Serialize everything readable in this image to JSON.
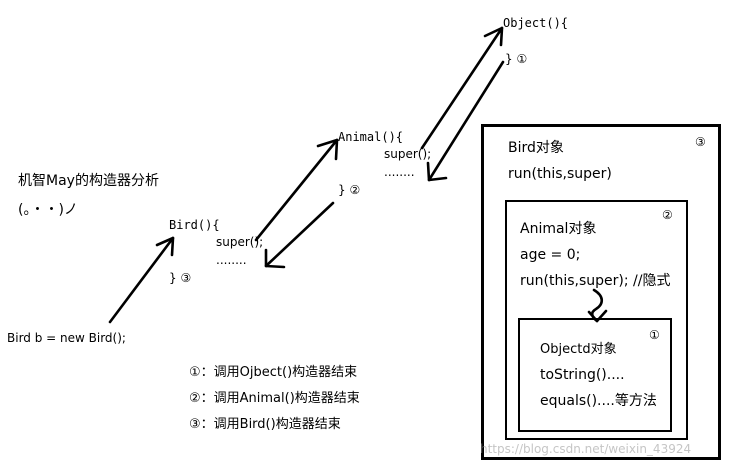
{
  "title": "机智May的构造器分析",
  "emoticon": "(。・・)ノ",
  "top_mark": "ˆ",
  "call_chain": {
    "bird_new": "Bird b = new Bird();",
    "bird_ctor": "Bird(){",
    "bird_super": "super();",
    "bird_dots": "........",
    "bird_close": "} ③",
    "animal_ctor": "Animal(){",
    "animal_super": "super();",
    "animal_dots": "........",
    "animal_close": "} ②",
    "object_ctor": "Object(){",
    "object_close": "}  ①"
  },
  "legend": [
    "①：调用Ojbect()构造器结束",
    "②：调用Animal()构造器结束",
    "③：调用Bird()构造器结束"
  ],
  "objects": {
    "bird": {
      "title": "Bird对象",
      "line1": "run(this,super)",
      "num": "③"
    },
    "animal": {
      "title": "Animal对象",
      "line1": "age = 0;",
      "line2": "run(this,super); //隐式",
      "num": "②"
    },
    "object": {
      "title": "Objectd对象",
      "line1": "toString()....",
      "line2": "equals()....等方法",
      "num": "①"
    }
  },
  "watermark": "https://blog.csdn.net/weixin_43924"
}
